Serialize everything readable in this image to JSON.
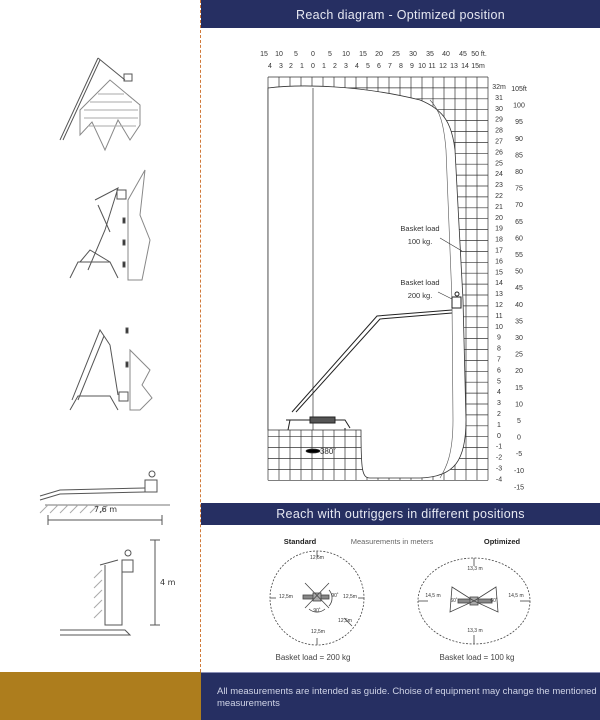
{
  "header": {
    "title": "Reach diagram - Optimized position"
  },
  "diagram": {
    "ft_labels": [
      "15",
      "10",
      "5",
      "0",
      "5",
      "10",
      "15",
      "20",
      "25",
      "30",
      "35",
      "40",
      "45",
      "50 ft."
    ],
    "m_labels": [
      "4",
      "3",
      "2",
      "1",
      "0",
      "1",
      "2",
      "3",
      "4",
      "5",
      "6",
      "7",
      "8",
      "9",
      "10",
      "11",
      "12",
      "13",
      "14",
      "15m"
    ],
    "height_m_labels": [
      "32m",
      "31",
      "30",
      "29",
      "28",
      "27",
      "26",
      "25",
      "24",
      "23",
      "22",
      "21",
      "20",
      "19",
      "18",
      "17",
      "16",
      "15",
      "14",
      "13",
      "12",
      "11",
      "10",
      "9",
      "8",
      "7",
      "6",
      "5",
      "4",
      "3",
      "2",
      "1",
      "0",
      "-1",
      "-2",
      "-3",
      "-4"
    ],
    "height_ft_labels": [
      "105ft",
      "100",
      "95",
      "90",
      "85",
      "80",
      "75",
      "70",
      "65",
      "60",
      "55",
      "50",
      "45",
      "40",
      "35",
      "30",
      "25",
      "20",
      "15",
      "10",
      "5",
      "0",
      "-5",
      "-10",
      "-15"
    ],
    "basket_load_100_line1": "Basket load",
    "basket_load_100_line2": "100 kg.",
    "basket_load_200_line1": "Basket load",
    "basket_load_200_line2": "200 kg.",
    "rotation": "380˚"
  },
  "left_panel": {
    "reach_label": "7,6 m",
    "height_label": "4 m"
  },
  "outriggers": {
    "title": "Reach with outriggers in different positions",
    "units_note": "Measurements in meters",
    "standard": {
      "label": "Standard",
      "top": "12,5m",
      "left": "12,5m",
      "right": "12,5m",
      "bottom": "12,5m",
      "diag": "12,5m",
      "angle1": "90˚",
      "angle2": "90˚",
      "load": "Basket load = 200 kg"
    },
    "optimized": {
      "label": "Optimized",
      "top": "13,3 m",
      "left": "14,5 m",
      "right": "14,5 m",
      "bottom": "13,3 m",
      "angle1": "60˚",
      "angle2": "60˚",
      "load": "Basket load = 100 kg"
    }
  },
  "footer": {
    "text": "All measurements are intended as guide. Choise of equipment may change the mentioned measurements"
  },
  "colors": {
    "navy": "#262f62",
    "gold": "#ad7d1d",
    "divider": "#d07a3a"
  }
}
